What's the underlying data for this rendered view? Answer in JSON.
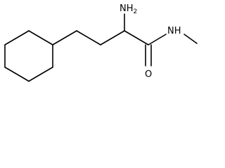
{
  "molecule": {
    "labels": {
      "amine": "NH",
      "amine_subscript": "2",
      "amide_nitrogen": "NH",
      "carbonyl_oxygen": "O"
    },
    "colors": {
      "bond": "#000000",
      "label": "#000000",
      "background": "#ffffff"
    }
  }
}
